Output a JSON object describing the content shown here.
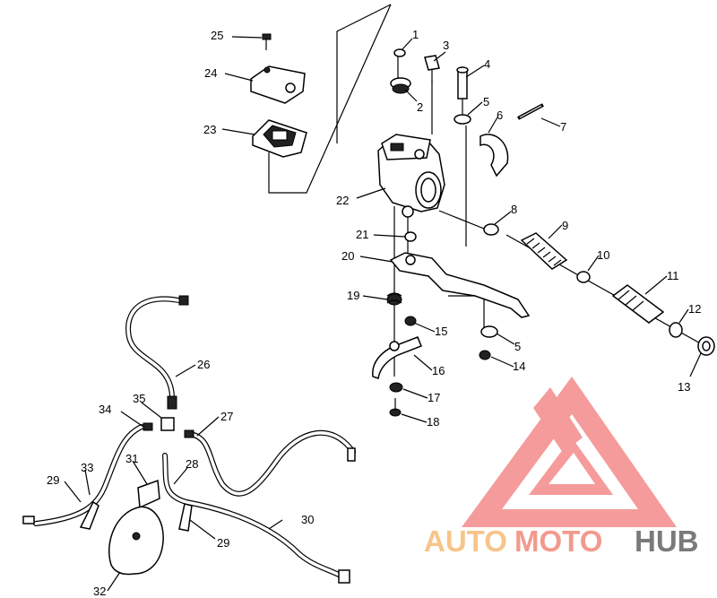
{
  "callouts": [
    {
      "id": "c1",
      "text": "1"
    },
    {
      "id": "c2",
      "text": "2"
    },
    {
      "id": "c3",
      "text": "3"
    },
    {
      "id": "c4",
      "text": "4"
    },
    {
      "id": "c5a",
      "text": "5"
    },
    {
      "id": "c5b",
      "text": "5"
    },
    {
      "id": "c6",
      "text": "6"
    },
    {
      "id": "c7",
      "text": "7"
    },
    {
      "id": "c8",
      "text": "8"
    },
    {
      "id": "c9",
      "text": "9"
    },
    {
      "id": "c10",
      "text": "10"
    },
    {
      "id": "c11",
      "text": "11"
    },
    {
      "id": "c12",
      "text": "12"
    },
    {
      "id": "c13",
      "text": "13"
    },
    {
      "id": "c14",
      "text": "14"
    },
    {
      "id": "c15",
      "text": "15"
    },
    {
      "id": "c16",
      "text": "16"
    },
    {
      "id": "c17",
      "text": "17"
    },
    {
      "id": "c18",
      "text": "18"
    },
    {
      "id": "c19",
      "text": "19"
    },
    {
      "id": "c20",
      "text": "20"
    },
    {
      "id": "c21",
      "text": "21"
    },
    {
      "id": "c22",
      "text": "22"
    },
    {
      "id": "c23",
      "text": "23"
    },
    {
      "id": "c24",
      "text": "24"
    },
    {
      "id": "c25",
      "text": "25"
    },
    {
      "id": "c26",
      "text": "26"
    },
    {
      "id": "c27",
      "text": "27"
    },
    {
      "id": "c28",
      "text": "28"
    },
    {
      "id": "c29a",
      "text": "29"
    },
    {
      "id": "c29b",
      "text": "29"
    },
    {
      "id": "c30",
      "text": "30"
    },
    {
      "id": "c31",
      "text": "31"
    },
    {
      "id": "c32",
      "text": "32"
    },
    {
      "id": "c33",
      "text": "33"
    },
    {
      "id": "c34",
      "text": "34"
    },
    {
      "id": "c35",
      "text": "35"
    }
  ],
  "watermark": {
    "word_auto": "AUTO",
    "word_moto": "MOTO",
    "word_hub": "HUB",
    "colors": {
      "auto": "#f7c58a",
      "moto": "#f29a8e",
      "hub": "#7a7a7a",
      "logo": "#f06a6a"
    }
  }
}
